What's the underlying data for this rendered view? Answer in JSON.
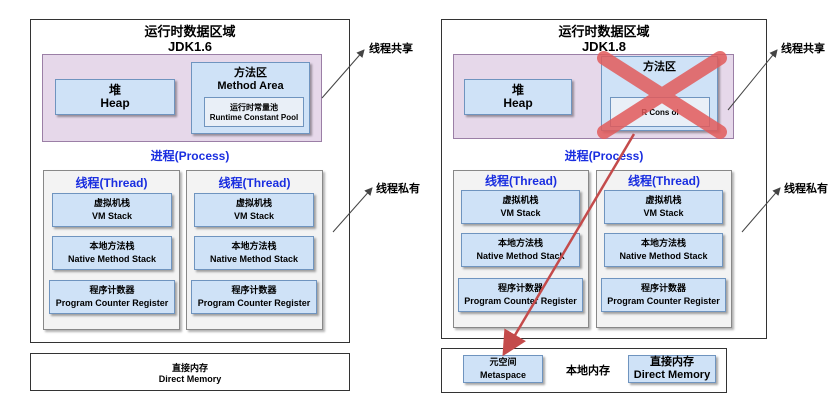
{
  "jdk16": {
    "title_line1": "运行时数据区域",
    "title_line2": "JDK1.6",
    "heap_cn": "堆",
    "heap_en": "Heap",
    "method_cn": "方法区",
    "method_en": "Method Area",
    "pool_cn": "运行时常量池",
    "pool_en": "Runtime Constant Pool",
    "process": "进程(Process)",
    "threads": [
      {
        "title": "线程(Thread)",
        "vm_cn": "虚拟机栈",
        "vm_en": "VM Stack",
        "native_cn": "本地方法栈",
        "native_en": "Native Method Stack",
        "pc_cn": "程序计数器",
        "pc_en": "Program Counter Register"
      },
      {
        "title": "线程(Thread)",
        "vm_cn": "虚拟机栈",
        "vm_en": "VM Stack",
        "native_cn": "本地方法栈",
        "native_en": "Native Method Stack",
        "pc_cn": "程序计数器",
        "pc_en": "Program Counter Register"
      }
    ],
    "direct_cn": "直接内存",
    "direct_en": "Direct Memory",
    "shared_label": "线程共享",
    "private_label": "线程私有"
  },
  "jdk18": {
    "title_line1": "运行时数据区域",
    "title_line2": "JDK1.8",
    "heap_cn": "堆",
    "heap_en": "Heap",
    "method_partial": "方法区",
    "pool_partial": "R      Cons     ol",
    "process": "进程(Process)",
    "threads": [
      {
        "title": "线程(Thread)",
        "vm_cn": "虚拟机栈",
        "vm_en": "VM Stack",
        "native_cn": "本地方法栈",
        "native_en": "Native Method Stack",
        "pc_cn": "程序计数器",
        "pc_en": "Program Counter Register"
      },
      {
        "title": "线程(Thread)",
        "vm_cn": "虚拟机栈",
        "vm_en": "VM Stack",
        "native_cn": "本地方法栈",
        "native_en": "Native Method Stack",
        "pc_cn": "程序计数器",
        "pc_en": "Program Counter Register"
      }
    ],
    "meta_cn": "元空间",
    "meta_en": "Metaspace",
    "native_mem": "本地内存",
    "direct_cn": "直接内存",
    "direct_en": "Direct Memory",
    "shared_label": "线程共享",
    "private_label": "线程私有"
  },
  "colors": {
    "shared_bg": "#e6d8ea",
    "block_bg": "#cfe2f7",
    "thread_title": "#1a2ee0",
    "cross_red": "#e25b5b",
    "arrow_red": "#c44b4b"
  }
}
